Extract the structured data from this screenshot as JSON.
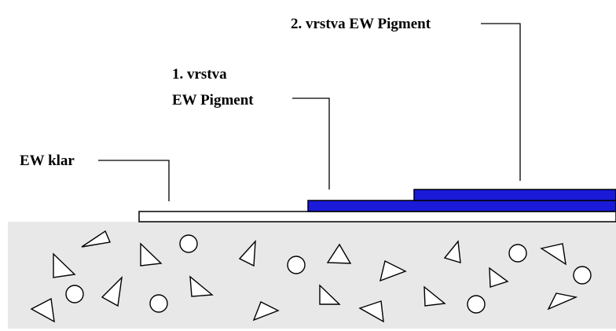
{
  "labels": {
    "layer2": "2. vrstva EW Pigment",
    "layer1_line1": "1. vrstva",
    "layer1_line2": "EW Pigment",
    "clear": "EW klar"
  },
  "colors": {
    "substrate": "#e8e8e8",
    "clear_layer": "#ffffff",
    "pigment_layer": "#1a1ad8",
    "outline": "#000000"
  }
}
